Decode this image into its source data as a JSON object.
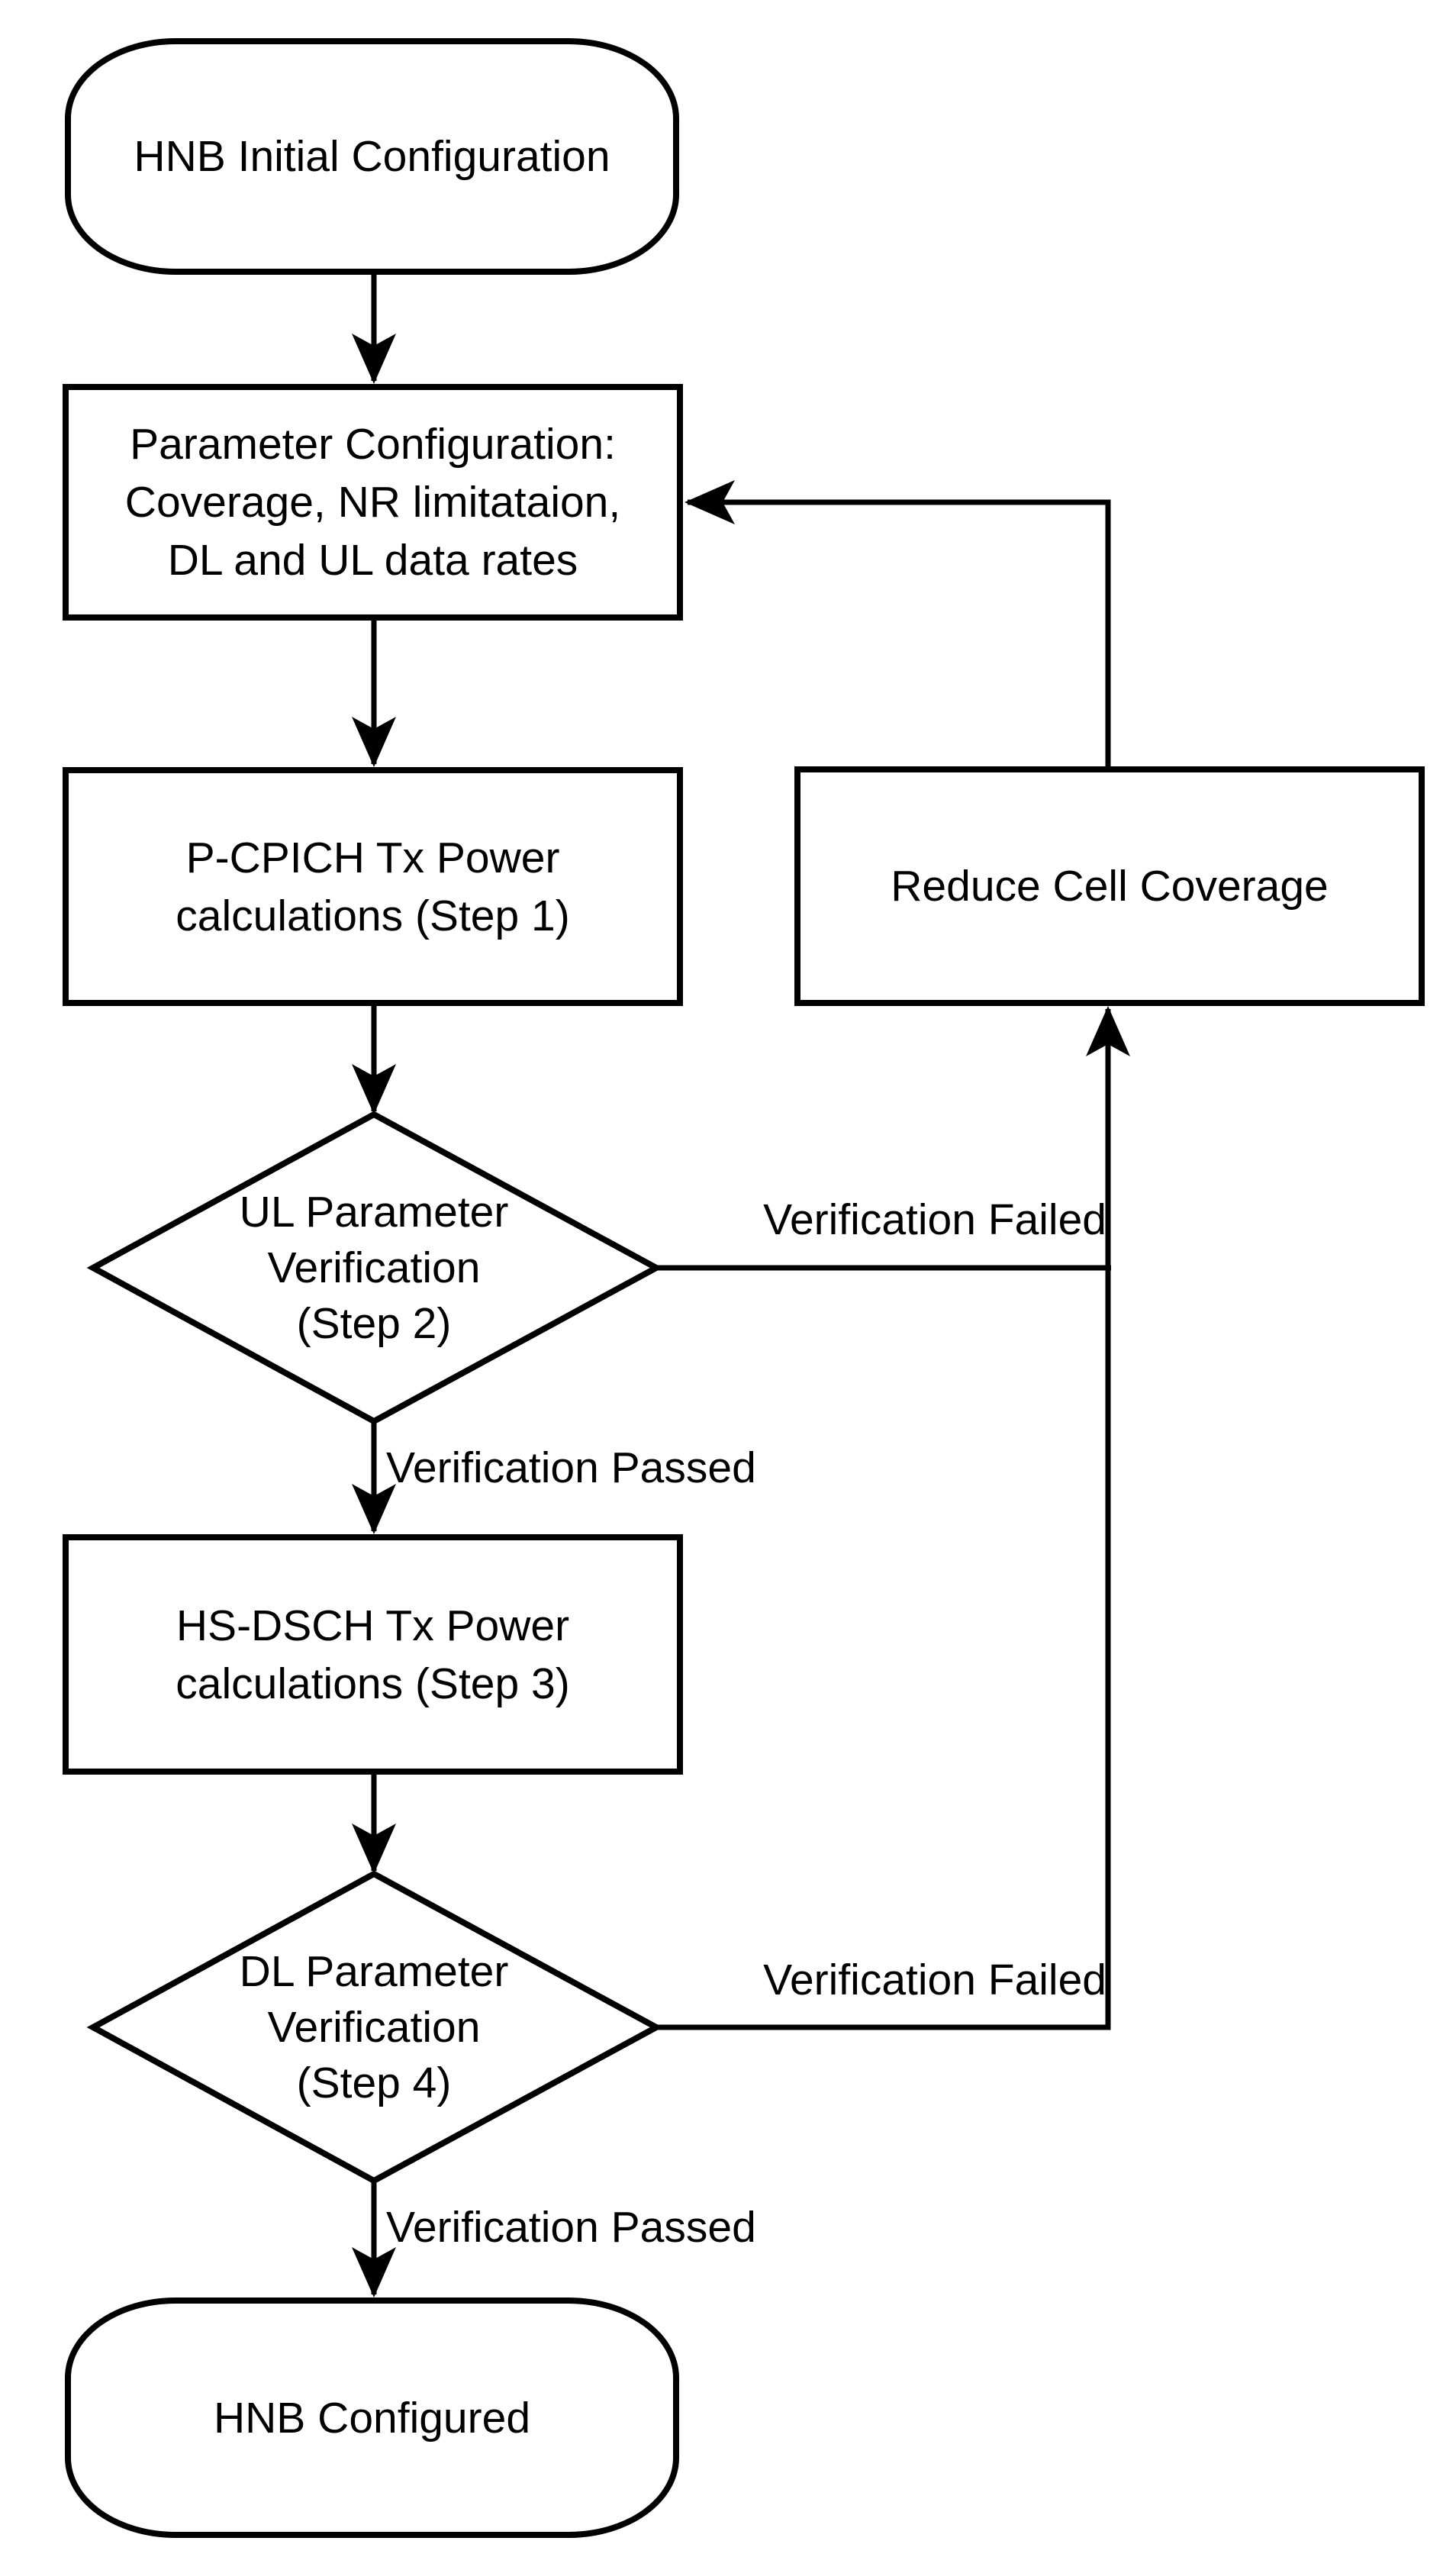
{
  "nodes": {
    "start": {
      "type": "terminator",
      "label": "HNB Initial Configuration"
    },
    "param_config": {
      "type": "process",
      "label": "Parameter Configuration:\nCoverage, NR limitataion,\nDL and UL data rates"
    },
    "pcpich": {
      "type": "process",
      "label": "P-CPICH Tx Power\ncalculations (Step 1)"
    },
    "reduce_coverage": {
      "type": "process",
      "label": "Reduce Cell Coverage"
    },
    "ul_verification": {
      "type": "decision",
      "label": "UL Parameter\nVerification\n(Step 2)"
    },
    "hsdsch": {
      "type": "process",
      "label": "HS-DSCH Tx Power\ncalculations (Step 3)"
    },
    "dl_verification": {
      "type": "decision",
      "label": "DL Parameter\nVerification\n(Step 4)"
    },
    "end": {
      "type": "terminator",
      "label": "HNB Configured"
    }
  },
  "edge_labels": {
    "ul_failed": "Verification Failed",
    "ul_passed": "Verification Passed",
    "dl_failed": "Verification Failed",
    "dl_passed": "Verification Passed"
  },
  "edges": [
    {
      "from": "start",
      "to": "param_config"
    },
    {
      "from": "param_config",
      "to": "pcpich"
    },
    {
      "from": "pcpich",
      "to": "ul_verification"
    },
    {
      "from": "ul_verification",
      "to": "hsdsch",
      "label": "Verification Passed"
    },
    {
      "from": "ul_verification",
      "to": "reduce_coverage",
      "label": "Verification Failed"
    },
    {
      "from": "hsdsch",
      "to": "dl_verification"
    },
    {
      "from": "dl_verification",
      "to": "end",
      "label": "Verification Passed"
    },
    {
      "from": "dl_verification",
      "to": "reduce_coverage",
      "label": "Verification Failed"
    },
    {
      "from": "reduce_coverage",
      "to": "param_config"
    }
  ],
  "colors": {
    "line": "#000000",
    "fill": "#ffffff",
    "text": "#000000"
  }
}
